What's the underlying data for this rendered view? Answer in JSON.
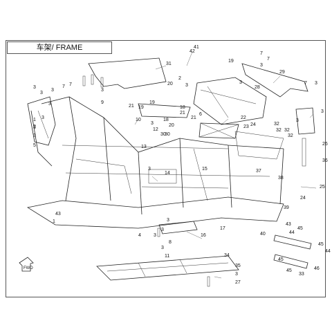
{
  "title": "车架/ FRAME",
  "forward_label": "FWD",
  "callouts": [
    "42",
    "41",
    "31",
    "19",
    "7",
    "3",
    "29",
    "28",
    "7",
    "3",
    "7",
    "7",
    "3",
    "3",
    "3",
    "3",
    "3",
    "3",
    "9",
    "21",
    "19",
    "18",
    "19",
    "20",
    "21",
    "6",
    "3",
    "1",
    "3",
    "13",
    "5",
    "2",
    "10",
    "20",
    "3",
    "30",
    "18",
    "21",
    "22",
    "23",
    "24",
    "32",
    "32",
    "32",
    "32",
    "3",
    "26",
    "36",
    "25",
    "39",
    "40",
    "38",
    "37",
    "24",
    "17",
    "15",
    "12",
    "30",
    "14",
    "3",
    "3",
    "8",
    "16",
    "4",
    "3",
    "3",
    "3",
    "11",
    "1",
    "43",
    "43",
    "44",
    "45",
    "45",
    "44",
    "45",
    "46",
    "45",
    "33",
    "34",
    "35",
    "3",
    "27",
    "3",
    "7",
    "2",
    "3",
    "3"
  ]
}
